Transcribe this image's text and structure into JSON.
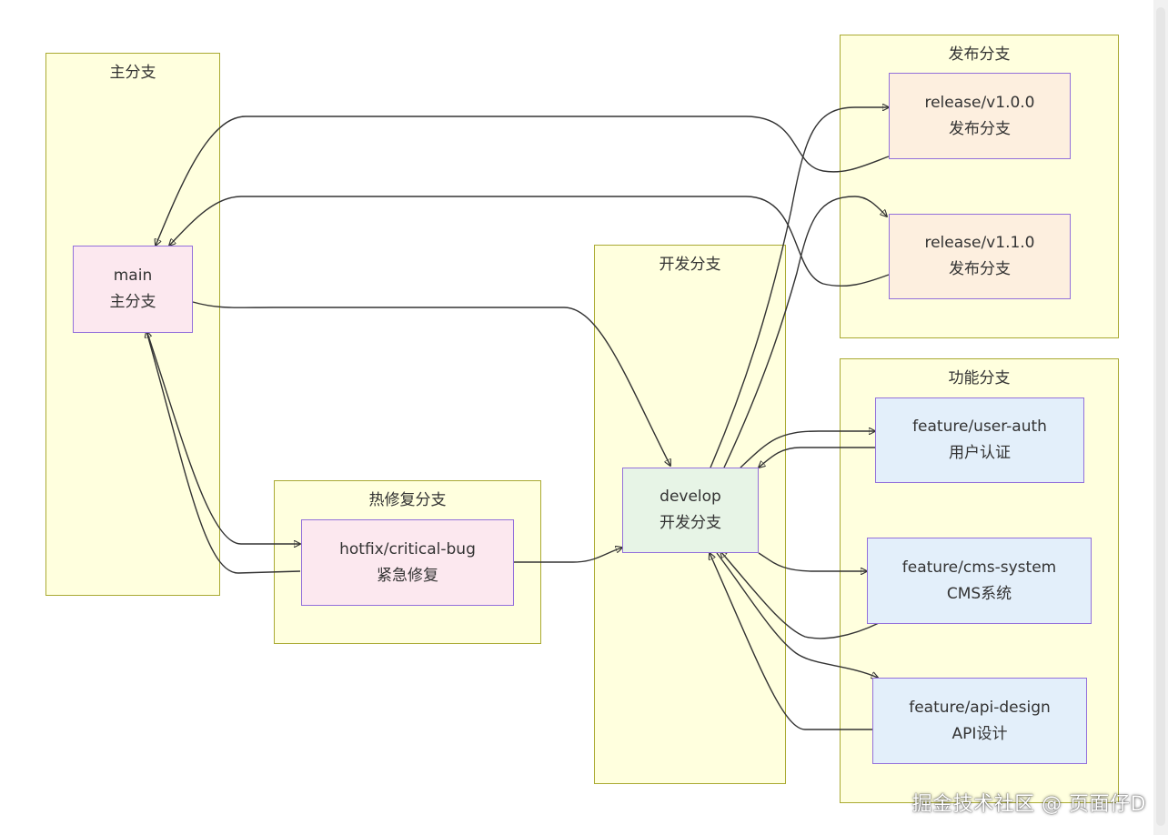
{
  "clusters": {
    "main": "主分支",
    "hotfix": "热修复分支",
    "develop": "开发分支",
    "release": "发布分支",
    "feature": "功能分支"
  },
  "nodes": {
    "main": {
      "id": "main",
      "label": "主分支"
    },
    "hotfix": {
      "id": "hotfix/critical-bug",
      "label": "紧急修复"
    },
    "develop": {
      "id": "develop",
      "label": "开发分支"
    },
    "release_v100": {
      "id": "release/v1.0.0",
      "label": "发布分支"
    },
    "release_v110": {
      "id": "release/v1.1.0",
      "label": "发布分支"
    },
    "feature_user_auth": {
      "id": "feature/user-auth",
      "label": "用户认证"
    },
    "feature_cms": {
      "id": "feature/cms-system",
      "label": "CMS系统"
    },
    "feature_api": {
      "id": "feature/api-design",
      "label": "API设计"
    }
  },
  "edges": [
    {
      "from": "main",
      "to": "develop"
    },
    {
      "from": "develop",
      "to": "release/v1.0.0"
    },
    {
      "from": "develop",
      "to": "release/v1.1.0"
    },
    {
      "from": "release/v1.0.0",
      "to": "main"
    },
    {
      "from": "release/v1.1.0",
      "to": "main"
    },
    {
      "from": "main",
      "to": "hotfix/critical-bug"
    },
    {
      "from": "hotfix/critical-bug",
      "to": "main"
    },
    {
      "from": "hotfix/critical-bug",
      "to": "develop"
    },
    {
      "from": "develop",
      "to": "feature/user-auth"
    },
    {
      "from": "feature/user-auth",
      "to": "develop"
    },
    {
      "from": "develop",
      "to": "feature/cms-system"
    },
    {
      "from": "feature/cms-system",
      "to": "develop"
    },
    {
      "from": "develop",
      "to": "feature/api-design"
    },
    {
      "from": "feature/api-design",
      "to": "develop"
    }
  ],
  "watermark": "掘金技术社区 @ 页面仔D"
}
